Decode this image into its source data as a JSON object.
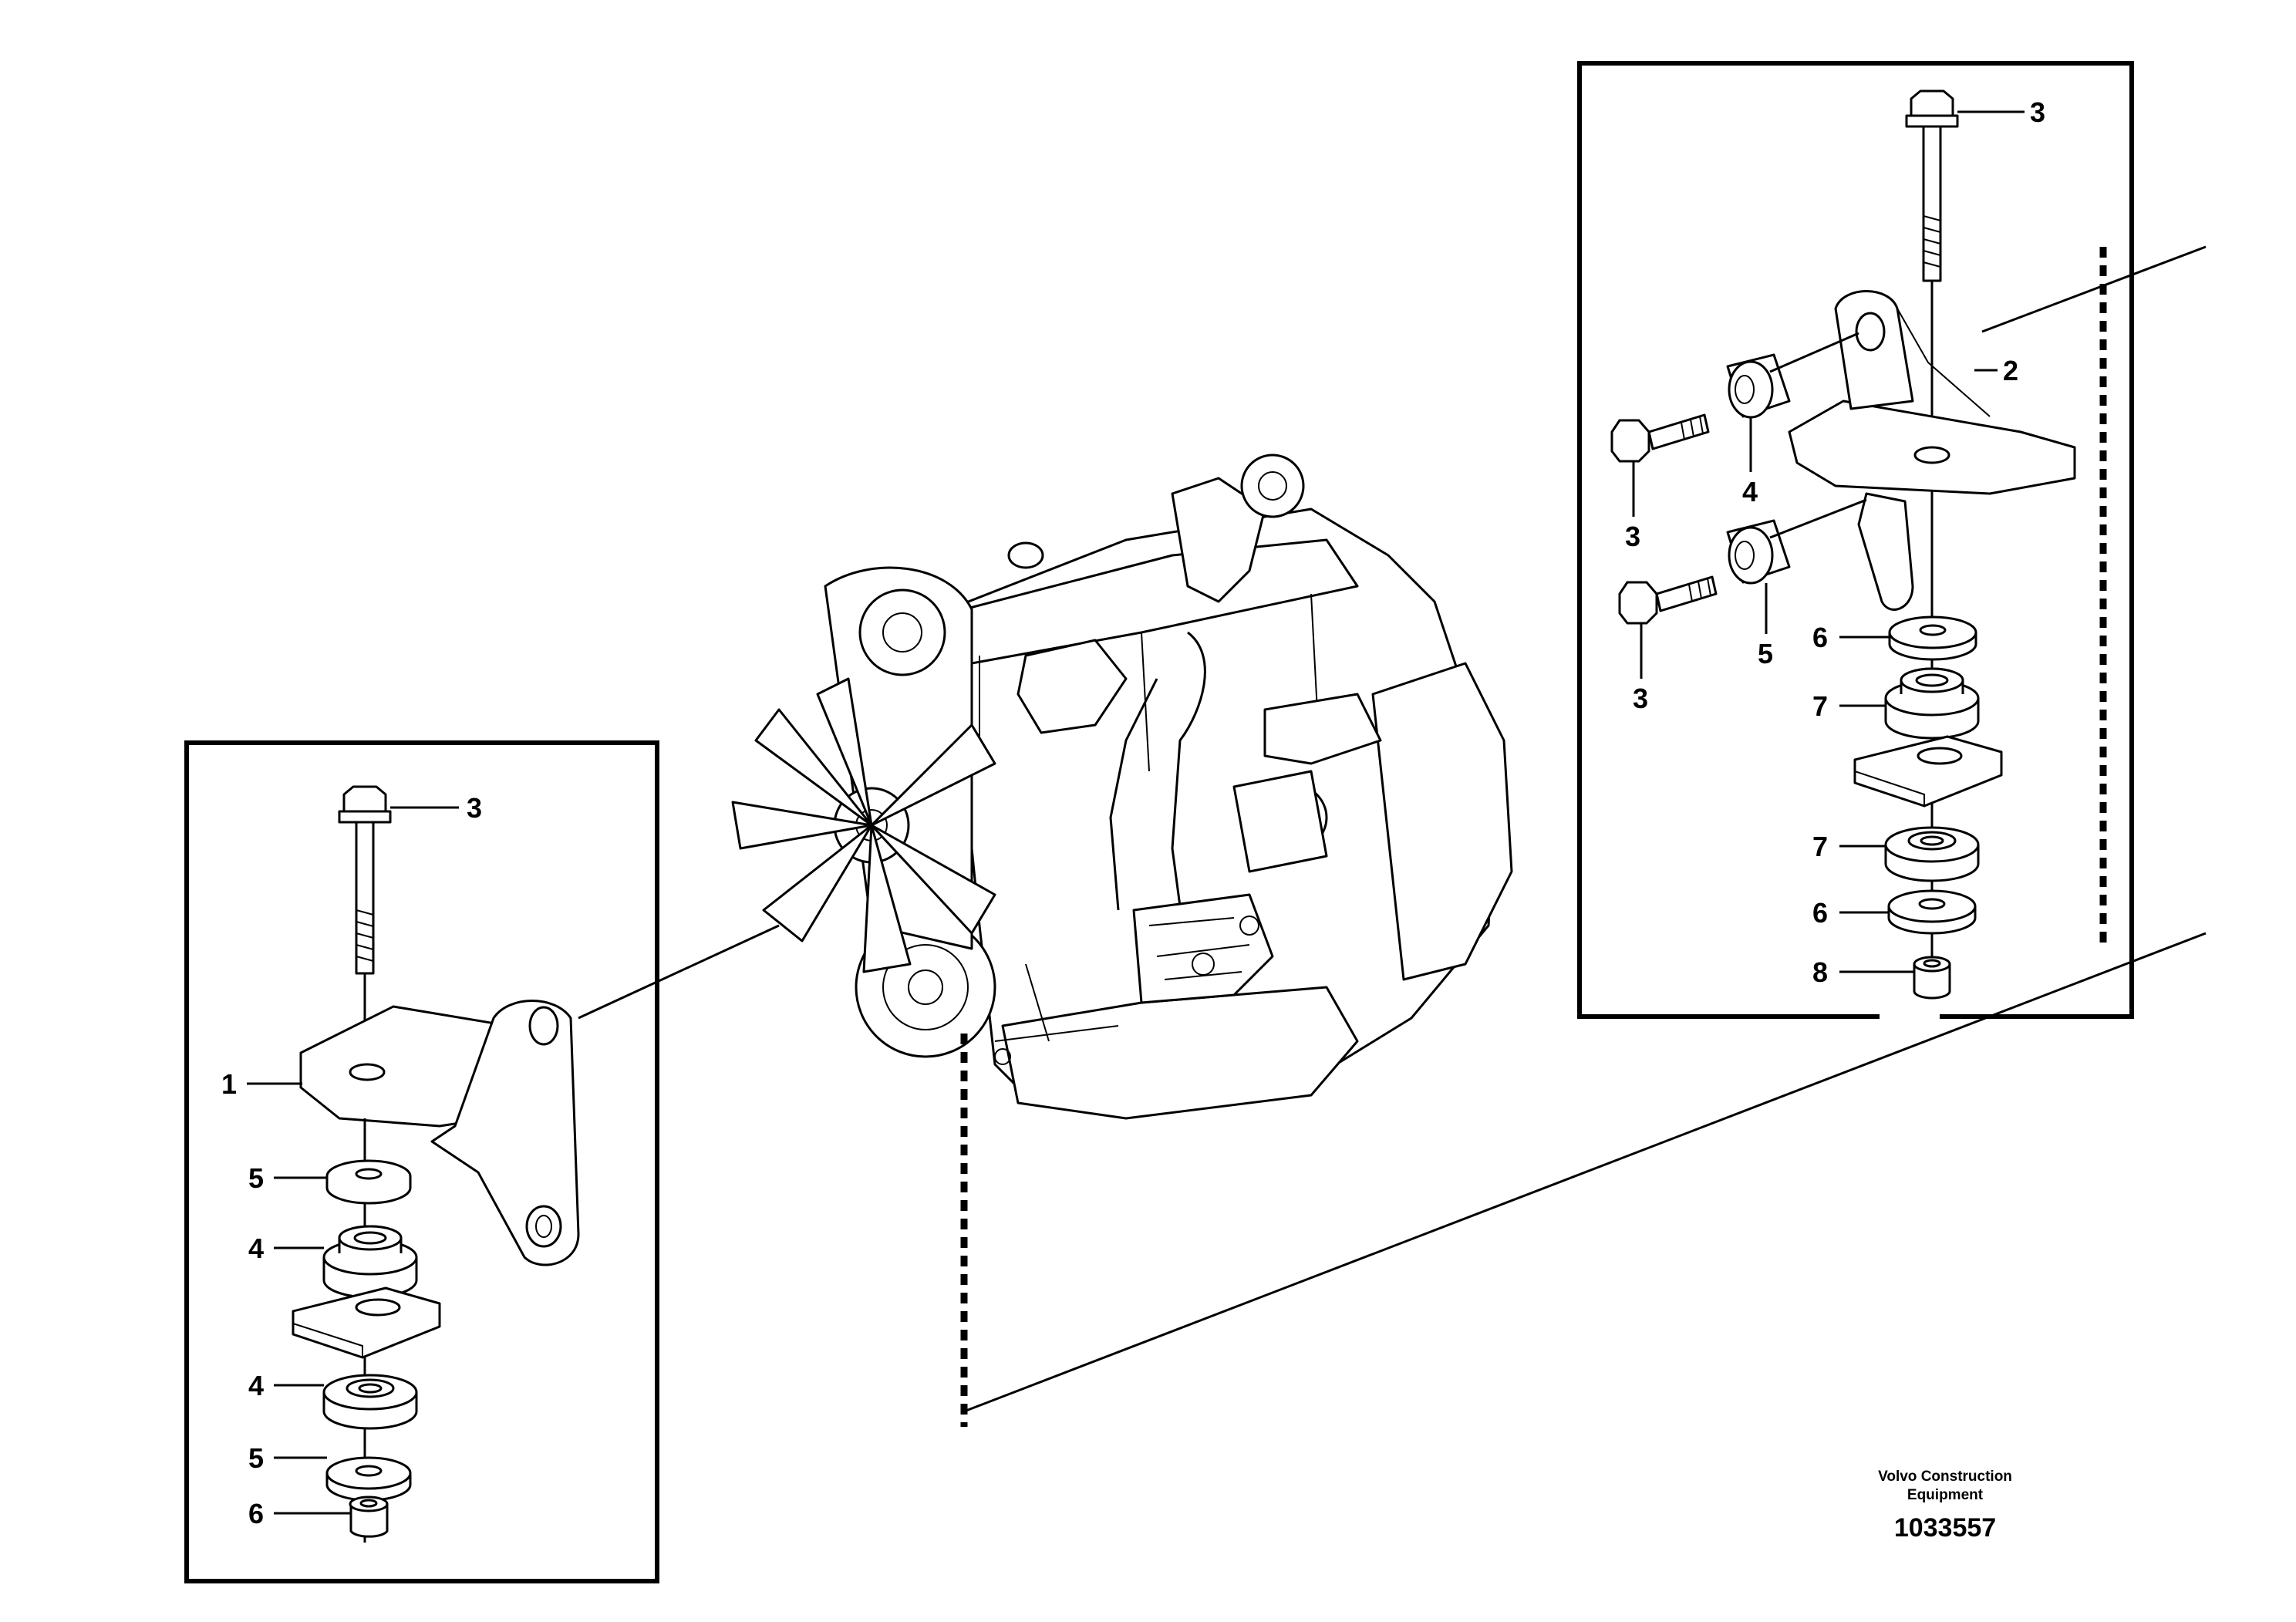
{
  "publisher": {
    "line1": "Volvo Construction",
    "line2": "Equipment",
    "drawing_number": "1033557"
  },
  "left_detail": {
    "callouts": [
      "3",
      "1",
      "5",
      "4",
      "4",
      "5",
      "6"
    ]
  },
  "right_detail": {
    "callouts": [
      "3",
      "2",
      "4",
      "3",
      "5",
      "3",
      "6",
      "7",
      "7",
      "6",
      "8"
    ]
  }
}
